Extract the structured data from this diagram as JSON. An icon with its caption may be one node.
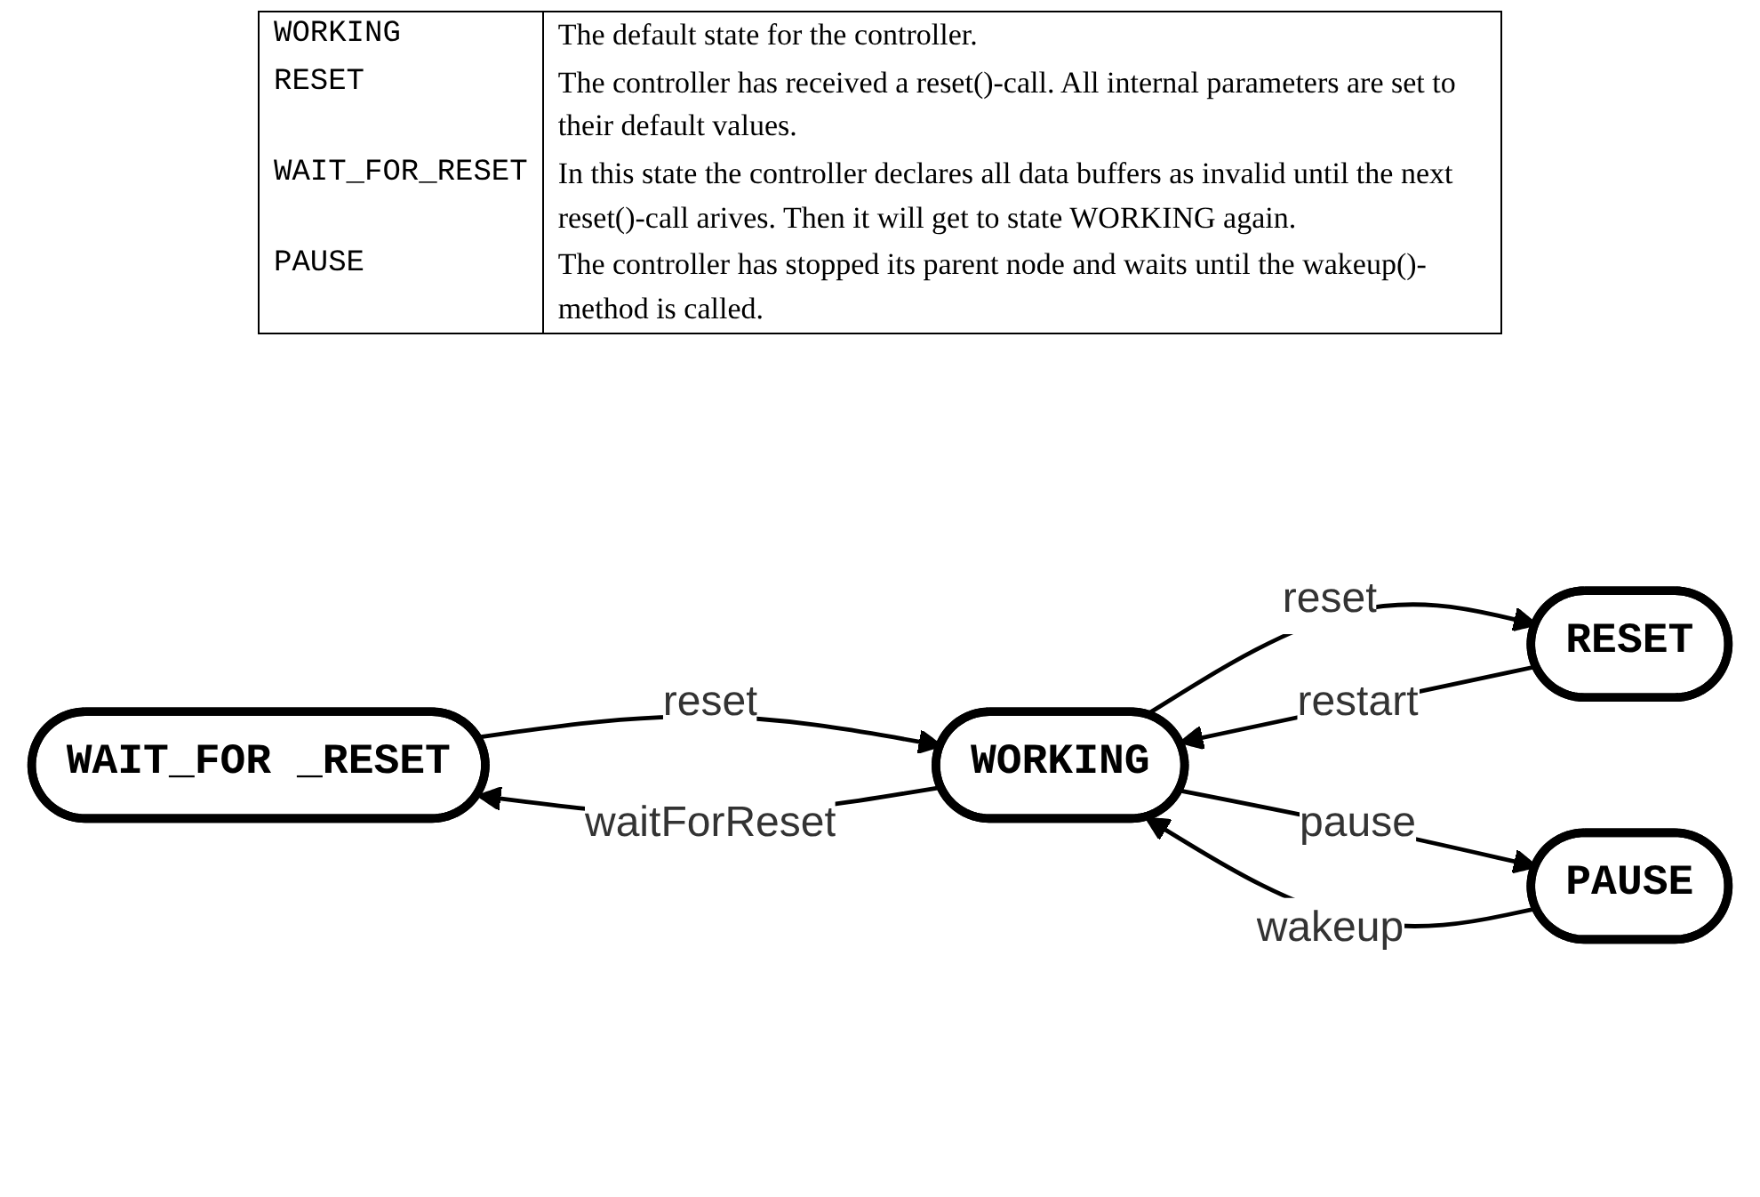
{
  "diagram": {
    "nodes": [
      {
        "text": [
          "WAIT_FOR _RESET"
        ]
      },
      {
        "text": [
          "WORKING"
        ]
      },
      {
        "text": [
          "RESET"
        ]
      },
      {
        "text": [
          "PAUSE"
        ]
      }
    ],
    "edges": [
      {
        "from": 1,
        "to": 0,
        "arrow": "to",
        "label": "waitForReset"
      },
      {
        "from": 0,
        "to": 1,
        "arrow": "to",
        "label": "reset"
      },
      {
        "from": 2,
        "to": 1,
        "arrow": "to",
        "label": "restart"
      },
      {
        "from": 1,
        "to": 2,
        "arrow": "to",
        "label": "reset"
      },
      {
        "from": 1,
        "to": 3,
        "arrow": "to",
        "label": "pause"
      },
      {
        "from": 3,
        "to": 1,
        "arrow": "to",
        "label": "wakeup"
      }
    ],
    "labels": [
      "WORKING",
      "The default state for the controller.",
      "RESET",
      "The controller has received a reset()-call. All internal parameters are set to their default values.",
      "WAIT_FOR_RESET",
      "In this state the controller declares all data buffers as invalid until the next reset()-call arives. Then it will get to state WORKING again.",
      "PAUSE",
      "The controller has stopped its parent node and waits until the wakeup()-method is called."
    ]
  }
}
